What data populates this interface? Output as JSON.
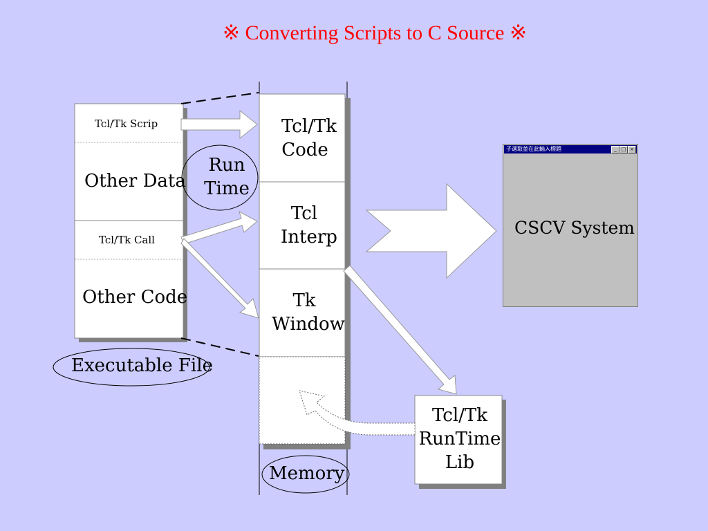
{
  "title": "※ Converting Scripts to C Source ※",
  "executable": {
    "script_label": "Tcl/Tk   Scrip",
    "data_label": "Other Data",
    "call_label": "Tcl/Tk   Call",
    "code_label": "Other Code",
    "caption": "Executable File"
  },
  "runtime_label": [
    "Run",
    "Time"
  ],
  "memory": {
    "code_label": [
      "Tcl/Tk",
      "Code"
    ],
    "interp_label": [
      "Tcl",
      "Interp"
    ],
    "window_label": [
      "Tk",
      "Window"
    ],
    "caption": "Memory"
  },
  "runtime_lib": [
    "Tcl/Tk",
    "RunTime",
    "Lib"
  ],
  "cscv": {
    "window_title": "子選取並在此輸入標題",
    "label": "CSCV System"
  },
  "colors": {
    "background": "#ccccff",
    "title": "#ff0000",
    "box": "#ffffff",
    "shadow": "#808080",
    "window": "#c0c0c0",
    "titlebar": "#000080"
  }
}
